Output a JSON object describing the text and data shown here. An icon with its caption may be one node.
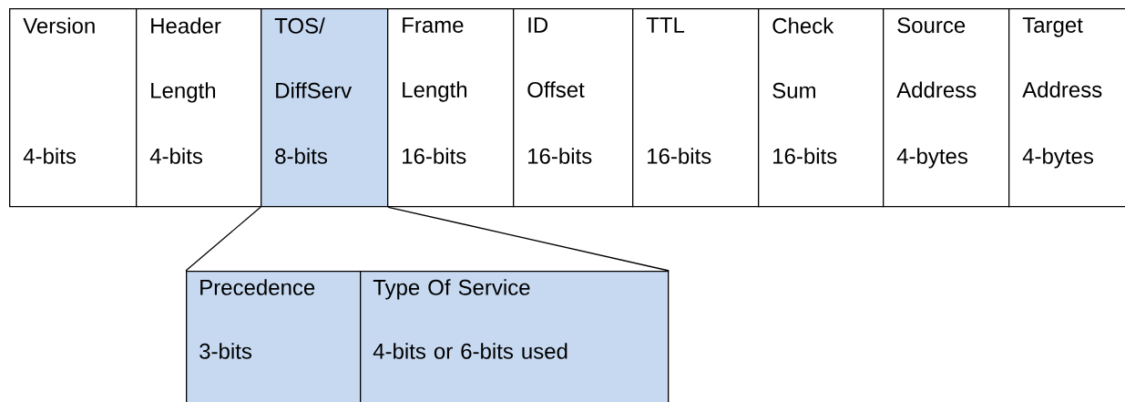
{
  "diagram": {
    "nodes": [
      {
        "text": [
          "Version",
          "4-bits"
        ]
      },
      {
        "text": [
          "Header Length",
          "4-bits"
        ]
      },
      {
        "text": [
          "TOS/ DiffServ",
          "8-bits"
        ]
      },
      {
        "text": [
          "Frame Length",
          "16-bits"
        ]
      },
      {
        "text": [
          "ID Offset",
          "16-bits"
        ]
      },
      {
        "text": [
          "TTL",
          "16-bits"
        ]
      },
      {
        "text": [
          "Check Sum",
          "16-bits"
        ]
      },
      {
        "text": [
          "Source Address",
          "4-bytes"
        ]
      },
      {
        "text": [
          "Target Address",
          "4-bytes"
        ]
      },
      {
        "text": [
          "Precedence",
          "3-bits"
        ]
      },
      {
        "text": [
          "Type Of Service",
          "4-bits or 6-bits used"
        ]
      }
    ],
    "edges": [
      {
        "from": 2,
        "to": 9,
        "arrow": "none"
      },
      {
        "from": 2,
        "to": 10,
        "arrow": "none"
      }
    ]
  }
}
